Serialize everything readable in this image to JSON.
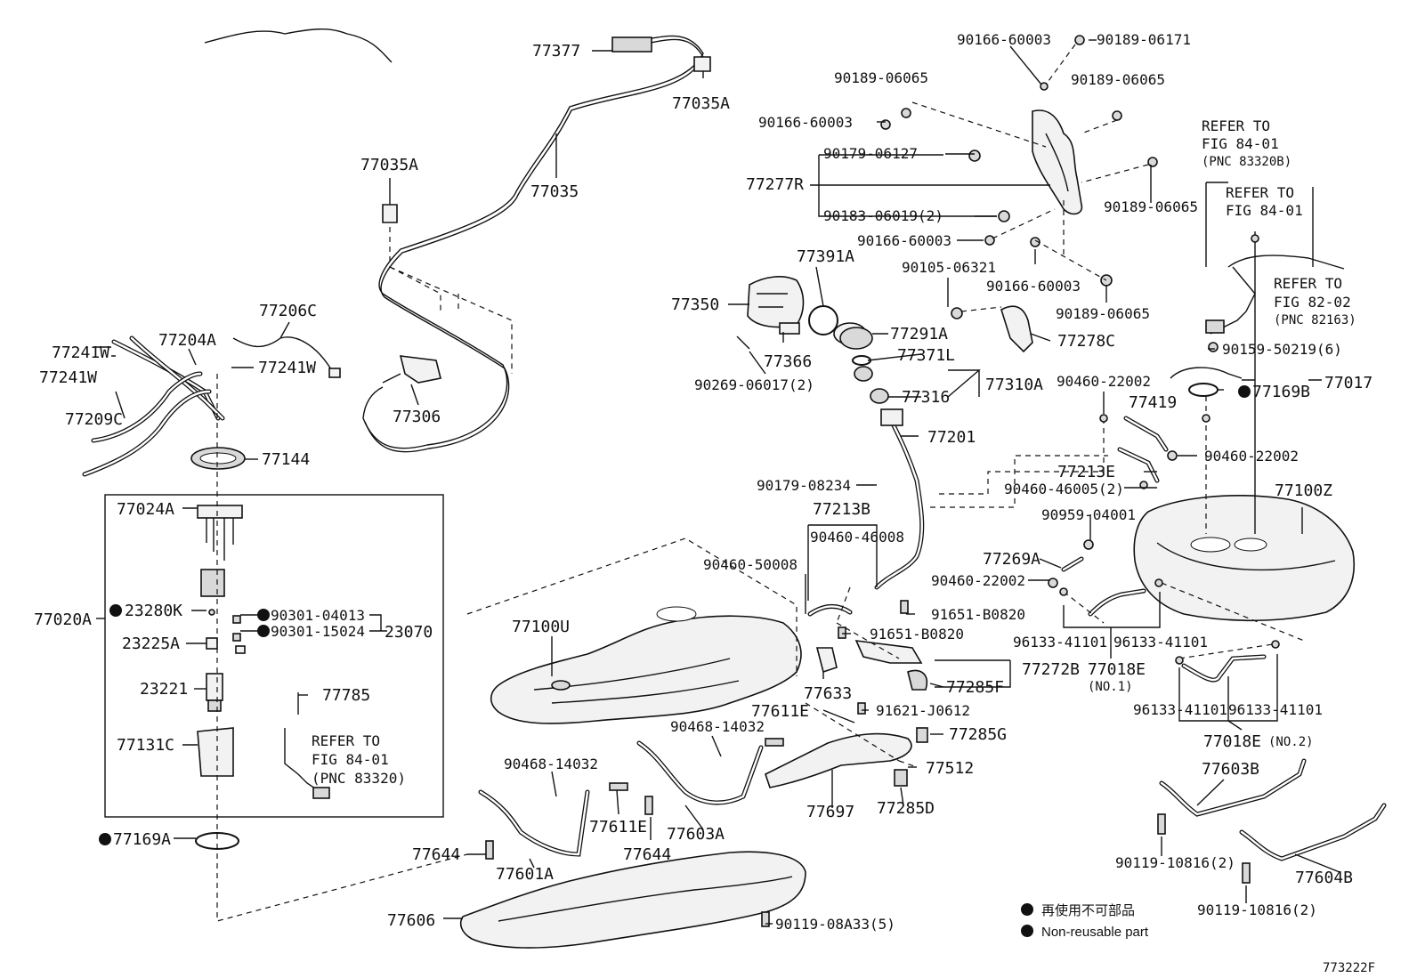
{
  "figure_code": "773222F",
  "legend": {
    "jp": "再使用不可部品",
    "en": "Non-reusable part"
  },
  "labels": {
    "l77377": "77377",
    "l77035A_top": "77035A",
    "l77035A_left": "77035A",
    "l77035": "77035",
    "l77306": "77306",
    "l77206C": "77206C",
    "l77241W_1": "77241W",
    "l77241W_2": "77241W",
    "l77241W_3": "77241W",
    "l77204A": "77204A",
    "l77209C": "77209C",
    "l77144": "77144",
    "l77024A": "77024A",
    "l77020A": "77020A",
    "l23280K": "23280K",
    "l90301_04013": "90301-04013",
    "l90301_15024": "90301-15024",
    "l23070": "23070",
    "l23225A": "23225A",
    "l23221": "23221",
    "l77785": "77785",
    "l77131C": "77131C",
    "refer_84_01_a1": "REFER TO",
    "refer_84_01_a2": "FIG 84-01",
    "refer_84_01_a3": "(PNC 83320)",
    "l77169A": "77169A",
    "l90166_60003_a": "90166-60003",
    "l90189_06171": "90189-06171",
    "l90189_06065_a": "90189-06065",
    "l90189_06065_b": "90189-06065",
    "l90166_60003_b": "90166-60003",
    "l90179_06127": "90179-06127",
    "l77277R": "77277R",
    "l90189_06065_c": "90189-06065",
    "l90183_06019": "90183-06019(2)",
    "l90166_60003_c": "90166-60003",
    "l90105_06321": "90105-06321",
    "l90166_60003_d": "90166-60003",
    "l90189_06065_d": "90189-06065",
    "l77391A": "77391A",
    "l77350": "77350",
    "l77291A": "77291A",
    "l77278C": "77278C",
    "l77366": "77366",
    "l77371L": "77371L",
    "l90269_06017": "90269-06017(2)",
    "l77316": "77316",
    "l77310A": "77310A",
    "refer_b1": "REFER TO",
    "refer_b2": "FIG 84-01",
    "refer_b3": "(PNC 83320B)",
    "refer_c1": "REFER TO",
    "refer_c2": "FIG 84-01",
    "refer_d1": "REFER TO",
    "refer_d2": "FIG 82-02",
    "refer_d3": "(PNC 82163)",
    "l90159_50219": "90159-50219(6)",
    "l90460_22002_a": "90460-22002",
    "l77419": "77419",
    "l77017": "77017",
    "l77169B": "77169B",
    "l77201": "77201",
    "l90460_22002_b": "90460-22002",
    "l90179_08234": "90179-08234",
    "l77213E": "77213E",
    "l90460_46005": "90460-46005(2)",
    "l77100Z": "77100Z",
    "l77213B": "77213B",
    "l90460_46008": "90460-46008",
    "l90959_04001": "90959-04001",
    "l90460_50008": "90460-50008",
    "l77269A": "77269A",
    "l90460_22002_c": "90460-22002",
    "l91651_B0820_a": "91651-B0820",
    "l91651_B0820_b": "91651-B0820",
    "l77100U": "77100U",
    "l96133_41101_a": "96133-41101",
    "l96133_41101_b": "96133-41101",
    "l77272B": "77272B",
    "l77018E_1": "77018E",
    "l77018E_1_note": "(NO.1)",
    "l77633": "77633",
    "l77285F": "77285F",
    "l77611E_a": "77611E",
    "l91621_J0612": "91621-J0612",
    "l96133_41101_c": "96133-41101",
    "l96133_41101_d": "96133-41101",
    "l90468_14032_a": "90468-14032",
    "l77285G": "77285G",
    "l77018E_2": "77018E",
    "l77018E_2_note": "(NO.2)",
    "l77512": "77512",
    "l90468_14032_b": "90468-14032",
    "l77603B": "77603B",
    "l77697": "77697",
    "l77285D": "77285D",
    "l77611E_b": "77611E",
    "l77603A": "77603A",
    "l77644_a": "77644",
    "l77644_b": "77644",
    "l77601A": "77601A",
    "l90119_10816_a": "90119-10816(2)",
    "l77604B": "77604B",
    "l77606": "77606",
    "l90119_08A33": "90119-08A33(5)",
    "l90119_10816_b": "90119-10816(2)"
  }
}
